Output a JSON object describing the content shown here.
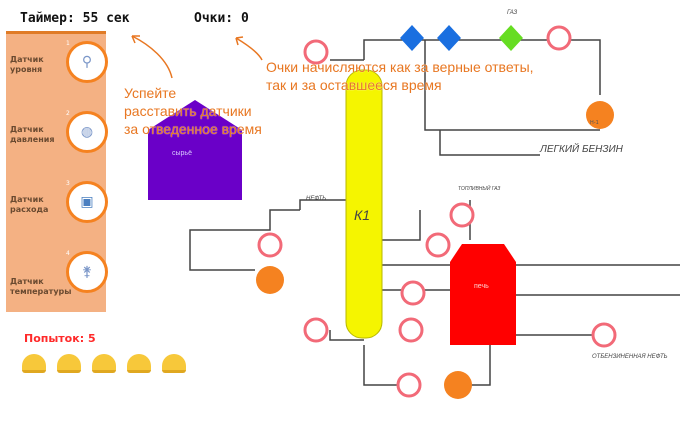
{
  "header": {
    "timer": "Таймер: 55 сек",
    "score": "Очки: 0"
  },
  "sidebar": {
    "items": [
      {
        "num": "1",
        "label": "Датчик уровня",
        "icon": "level-sensor-icon"
      },
      {
        "num": "2",
        "label": "Датчик давления",
        "icon": "pressure-sensor-icon"
      },
      {
        "num": "3",
        "label": "Датчик расхода",
        "icon": "flow-sensor-icon"
      },
      {
        "num": "4",
        "label": "Датчик температуры",
        "icon": "temperature-sensor-icon"
      }
    ],
    "lives_label": "Попыток: 5",
    "lives_count": 5
  },
  "callouts": {
    "time_hint_1": "Успейте",
    "time_hint_2": "расставить датчики",
    "time_hint_3": "за отведенное время",
    "score_hint_1": "Очки начисляются как за верные ответы,",
    "score_hint_2": "так и за оставшееся время"
  },
  "diagram": {
    "column_label": "К1",
    "vessel_label": "сырьё",
    "heater_label": "печь",
    "pump_label": "Н-1",
    "light_gasoline": "ЛЕГКИЙ БЕНЗИН",
    "oil_label": "НЕФТЬ",
    "residue_label": "ОТБЕНЗИНЕННАЯ НЕФТЬ",
    "gas_label": "ГАЗ",
    "fuel_label": "ТОПЛИВНЫЙ ГАЗ",
    "colors": {
      "column": "#f5f500",
      "heater": "#ff0000",
      "vessel": "#6a00c8",
      "diamond_blue": "#1a6fe0",
      "diamond_green": "#66dd22",
      "slot": "#f26a78",
      "pump": "#f58220",
      "panel": "#f4b183",
      "callout": "#e87722"
    }
  }
}
